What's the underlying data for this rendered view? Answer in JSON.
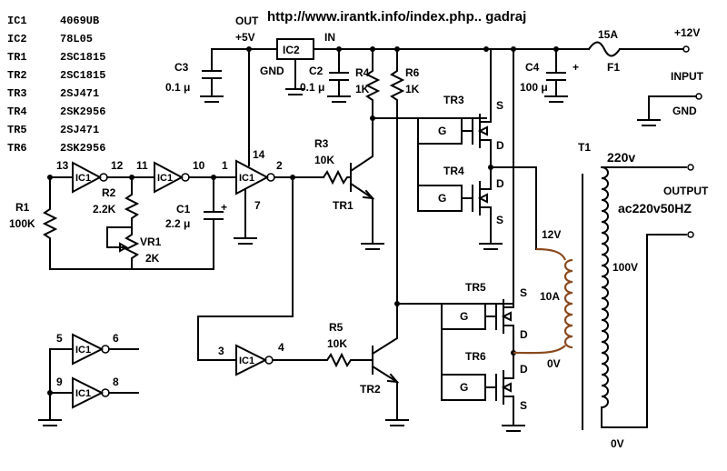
{
  "header": {
    "url": "http://www.irantk.info/index.php.. gadraj"
  },
  "parts_list": [
    {
      "ref": "IC1",
      "part": "4069UB"
    },
    {
      "ref": "IC2",
      "part": "78L05"
    },
    {
      "ref": "TR1",
      "part": "2SC1815"
    },
    {
      "ref": "TR2",
      "part": "2SC1815"
    },
    {
      "ref": "TR3",
      "part": "2SJ471"
    },
    {
      "ref": "TR4",
      "part": "2SK2956"
    },
    {
      "ref": "TR5",
      "part": "2SJ471"
    },
    {
      "ref": "TR6",
      "part": "2SK2956"
    }
  ],
  "ic_label": "IC1",
  "regulator": {
    "name": "IC2",
    "out": "OUT",
    "out_v": "+5V",
    "in": "IN",
    "gnd": "GND"
  },
  "pins": {
    "p13": "13",
    "p12": "12",
    "p11": "11",
    "p10": "10",
    "p1": "1",
    "p2": "2",
    "p14": "14",
    "p7": "7",
    "p3": "3",
    "p4": "4",
    "p5": "5",
    "p6": "6",
    "p9": "9",
    "p8": "8"
  },
  "components": {
    "r1": {
      "name": "R1",
      "value": "100K"
    },
    "r2": {
      "name": "R2",
      "value": "2.2K"
    },
    "vr1": {
      "name": "VR1",
      "value": "2K"
    },
    "c1": {
      "name": "C1",
      "value": "2.2 μ"
    },
    "c3": {
      "name": "C3",
      "value": "0.1 μ"
    },
    "c2": {
      "name": "C2",
      "value": "0.1 μ"
    },
    "r4": {
      "name": "R4",
      "value": "1K"
    },
    "r6": {
      "name": "R6",
      "value": "1K"
    },
    "r3": {
      "name": "R3",
      "value": "10K"
    },
    "r5": {
      "name": "R5",
      "value": "10K"
    },
    "c4": {
      "name": "C4",
      "value": "100 μ"
    },
    "f1": {
      "name": "F1",
      "value": "15A"
    },
    "tr1": "TR1",
    "tr2": "TR2",
    "tr3": "TR3",
    "tr4": "TR4",
    "tr5": "TR5",
    "tr6": "TR6",
    "t1": "T1"
  },
  "fet_pins": {
    "g": "G",
    "s": "S",
    "d": "D"
  },
  "plus": "+",
  "power": {
    "v12": "+12V",
    "input": "INPUT",
    "gnd": "GND"
  },
  "transformer": {
    "tap_12v": "12V",
    "tap_10a": "10A",
    "tap_0v": "0V",
    "out_100v": "100V",
    "out_220v": "220v",
    "output": "OUTPUT",
    "ac_spec": "ac220v50HZ",
    "out_0v": "0V"
  }
}
